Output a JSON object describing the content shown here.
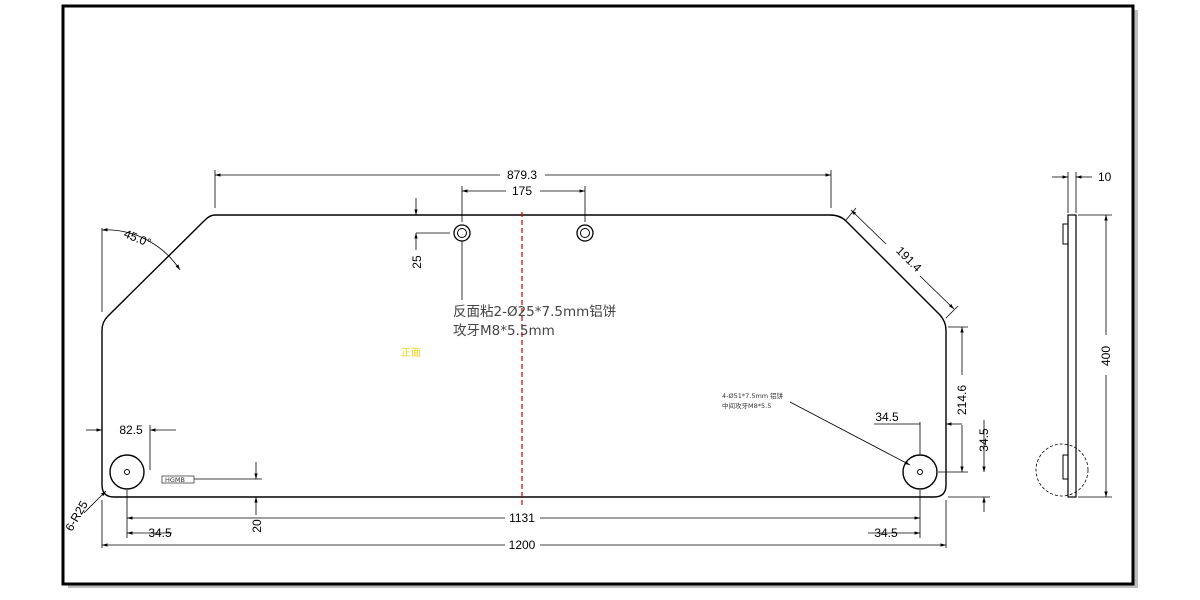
{
  "dimensions": {
    "top_width": "879.3",
    "hole_spacing": "175",
    "hole_offset": "25",
    "chamfer_angle": "45.0°",
    "chamfer_length": "191.4",
    "left_hole_x": "82.5",
    "corner_radius": "6-R25",
    "bottom_left_offset": "34.5",
    "bottom_gap": "20",
    "inner_width": "1131",
    "bottom_right_offset": "34.5",
    "overall_width": "1200",
    "right_hole_x": "34.5",
    "right_height": "214.6",
    "right_hole_y": "34.5",
    "side_thickness": "10",
    "side_height": "400"
  },
  "notes": {
    "top_note_line1": "反面粘2-Ø25*7.5mm铝饼",
    "top_note_line2": "攻牙M8*5.5mm",
    "yellow_mark": "正面",
    "small_logo": "HGMB",
    "right_note_line1": "4-Ø51*7.5mm 铝饼",
    "right_note_line2": "中间攻牙M8*5.5"
  },
  "colors": {
    "outline": "#000000",
    "centerline": "#d40000",
    "frame": "#000000"
  }
}
